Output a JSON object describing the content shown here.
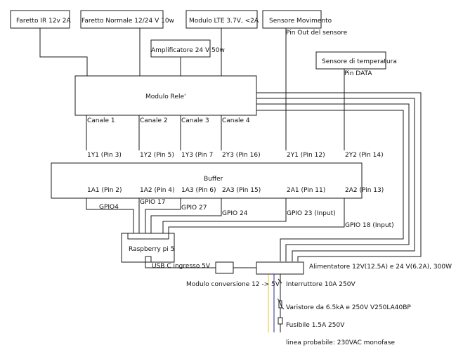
{
  "diagram": {
    "components": {
      "faretto_ir": "Faretto IR 12v 2A",
      "faretto_normale": "Faretto Normale 12/24 V 10w",
      "modulo_lte": "Modulo LTE 3.7V, <2A",
      "sensore_movimento": "Sensore Movimento",
      "amplificatore": "Amplificatore 24 V 50w",
      "sensore_temperatura": "Sensore di temperatura",
      "modulo_rele": "Modulo Rele'",
      "buffer": "Buffer",
      "raspberry": "Raspberry pi 5",
      "alimentatore": "Alimentatore 12V(12.5A) e 24 V(6.2A), 300W",
      "modulo_conversione": "Modulo conversione 12 -> 5V"
    },
    "pin_labels": {
      "sensore_movimento_pin": "Pin Out del sensore",
      "sensore_temperatura_pin": "Pin DATA"
    },
    "relay_channels": [
      "Canale 1",
      "Canale 2",
      "Canale 3",
      "Canale 4"
    ],
    "buffer_outputs": [
      "1Y1 (Pin 3)",
      "1Y2 (Pin 5)",
      "1Y3 (Pin 7",
      "2Y3 (Pin 16)",
      "2Y1 (Pin 12)",
      "2Y2 (Pin 14)"
    ],
    "buffer_inputs": [
      "1A1 (Pin 2)",
      "1A2 (Pin 4)",
      "1A3 (Pin 6)",
      "2A3 (Pin 15)",
      "2A1 (Pin 11)",
      "2A2 (Pin 13)"
    ],
    "gpio_labels": [
      "GPIO4",
      "GPIO 17",
      "GPIO 27",
      "GPIO 24",
      "GPIO 23 (Input)",
      "GPIO 18 (Input)"
    ],
    "power_labels": {
      "usb_c": "USB C ingresso 5V",
      "interruttore": "Interruttore 10A 250V",
      "varistore": "Varistore da 6.5kA e 250V V250LA40BP",
      "fusibile": "Fusibile 1.5A 250V",
      "linea": "linea probabile: 230VAC monofase"
    },
    "wire_colors": {
      "default": "#1a1a1a",
      "live": "#f2c12e",
      "neutral": "#2a2a8c"
    }
  }
}
